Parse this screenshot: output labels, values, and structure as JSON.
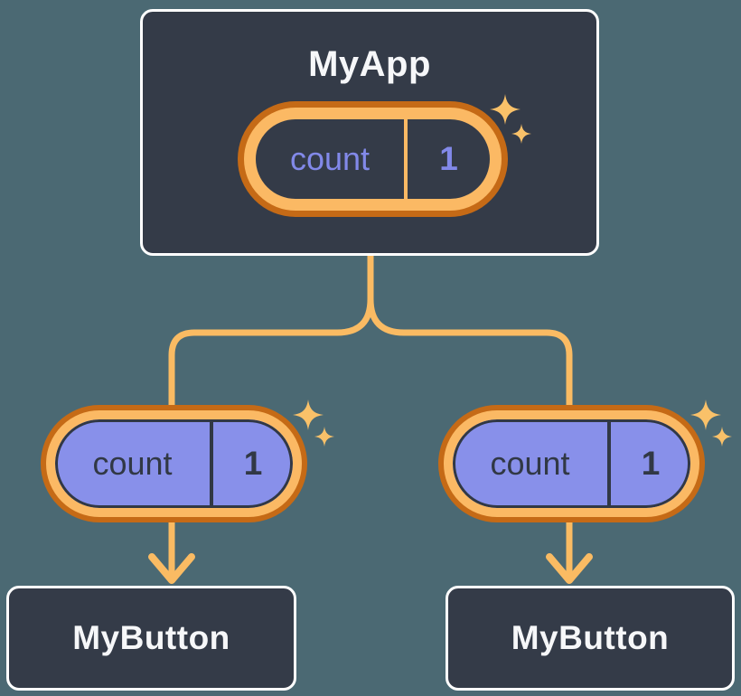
{
  "root_component": {
    "title": "MyApp",
    "state": {
      "label": "count",
      "value": "1"
    }
  },
  "child_components": [
    {
      "title": "MyButton",
      "prop": {
        "label": "count",
        "value": "1"
      }
    },
    {
      "title": "MyButton",
      "prop": {
        "label": "count",
        "value": "1"
      }
    }
  ],
  "colors": {
    "background": "#4B6973",
    "card_fill": "#343B48",
    "card_border": "#FFFFFF",
    "title_text": "#F6F7F9",
    "pill_ring_outer": "#C56A16",
    "pill_ring_inner": "#FBB964",
    "pill_purple_fill": "#8890EA",
    "state_text": "#8289E9",
    "prop_text": "#313845",
    "connector": "#FABB63",
    "sparkle": "#F9C169"
  }
}
